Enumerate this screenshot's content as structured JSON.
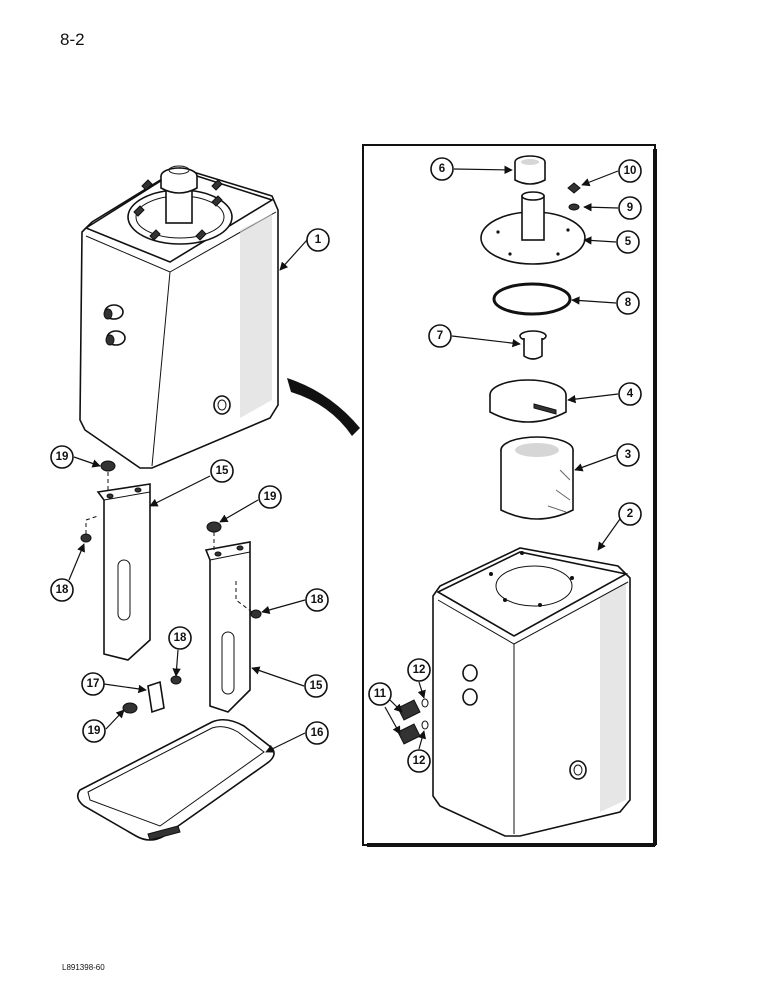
{
  "page": {
    "number": "8-2",
    "footer_code": "L891398-60"
  },
  "callouts": {
    "c1": "1",
    "c2": "2",
    "c3": "3",
    "c4": "4",
    "c5": "5",
    "c6": "6",
    "c7": "7",
    "c8": "8",
    "c9": "9",
    "c10": "10",
    "c11": "11",
    "c12a": "12",
    "c12b": "12",
    "c15a": "15",
    "c15b": "15",
    "c16": "16",
    "c17": "17",
    "c18a": "18",
    "c18b": "18",
    "c18c": "18",
    "c19a": "19",
    "c19b": "19",
    "c19c": "19"
  }
}
